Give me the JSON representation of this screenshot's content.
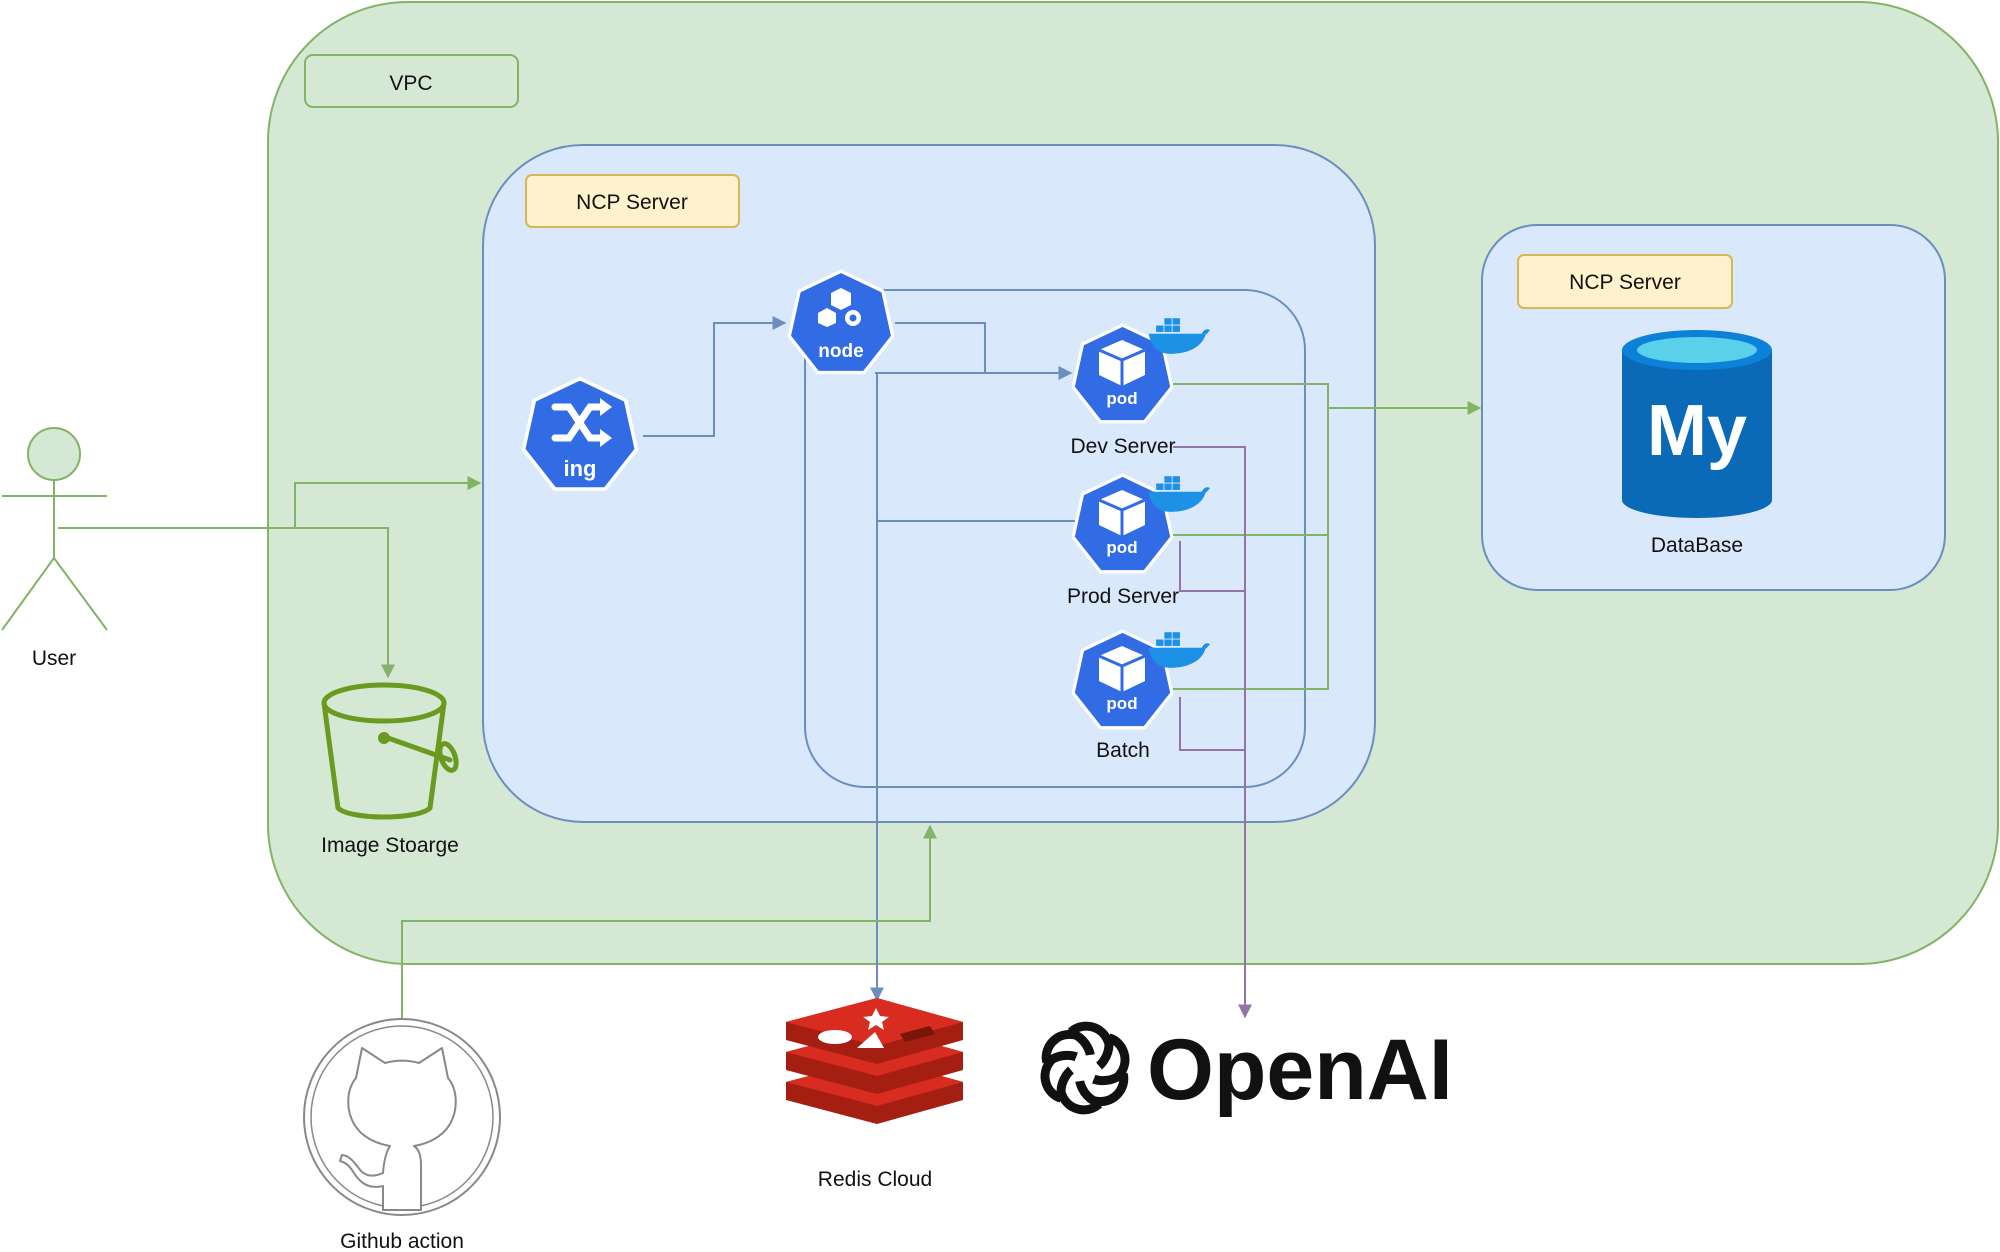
{
  "vpc": {
    "label": "VPC"
  },
  "app_server": {
    "label": "NCP Server"
  },
  "db_server": {
    "label": "NCP Server"
  },
  "user": {
    "label": "User"
  },
  "image_storage": {
    "label": "Image Stoarge"
  },
  "ingress": {
    "label": "ing"
  },
  "node": {
    "label": "node"
  },
  "pods": [
    {
      "badge": "pod",
      "label": "Dev Server"
    },
    {
      "badge": "pod",
      "label": "Prod Server"
    },
    {
      "badge": "pod",
      "label": "Batch"
    }
  ],
  "database": {
    "logo_text": "My",
    "label": "DataBase"
  },
  "redis": {
    "label": "Redis Cloud"
  },
  "openai": {
    "wordmark": "OpenAI"
  },
  "github": {
    "label": "Github action"
  },
  "colors": {
    "vpc_fill": "#d5e8d4",
    "vpc_stroke": "#82b366",
    "server_fill": "#dae8fc",
    "server_stroke": "#6c8ebf",
    "tag_fill": "#fff2cc",
    "tag_stroke": "#d6b656",
    "k8s_blue": "#326ce5",
    "docker_blue": "#1d91e6",
    "mysql_blue": "#0a6ab7",
    "mysql_cyan": "#5bd0ea",
    "redis_red": "#c6302b",
    "green_line": "#82b366",
    "blue_line": "#6c8ebf",
    "purple_line": "#9673a6",
    "bucket_green": "#6a9a1f"
  },
  "icons": [
    "actor-icon",
    "bucket-icon",
    "ingress-icon",
    "node-icon",
    "pod-icon",
    "docker-whale-icon",
    "mysql-icon",
    "redis-icon",
    "openai-logo-icon",
    "github-octocat-icon"
  ]
}
